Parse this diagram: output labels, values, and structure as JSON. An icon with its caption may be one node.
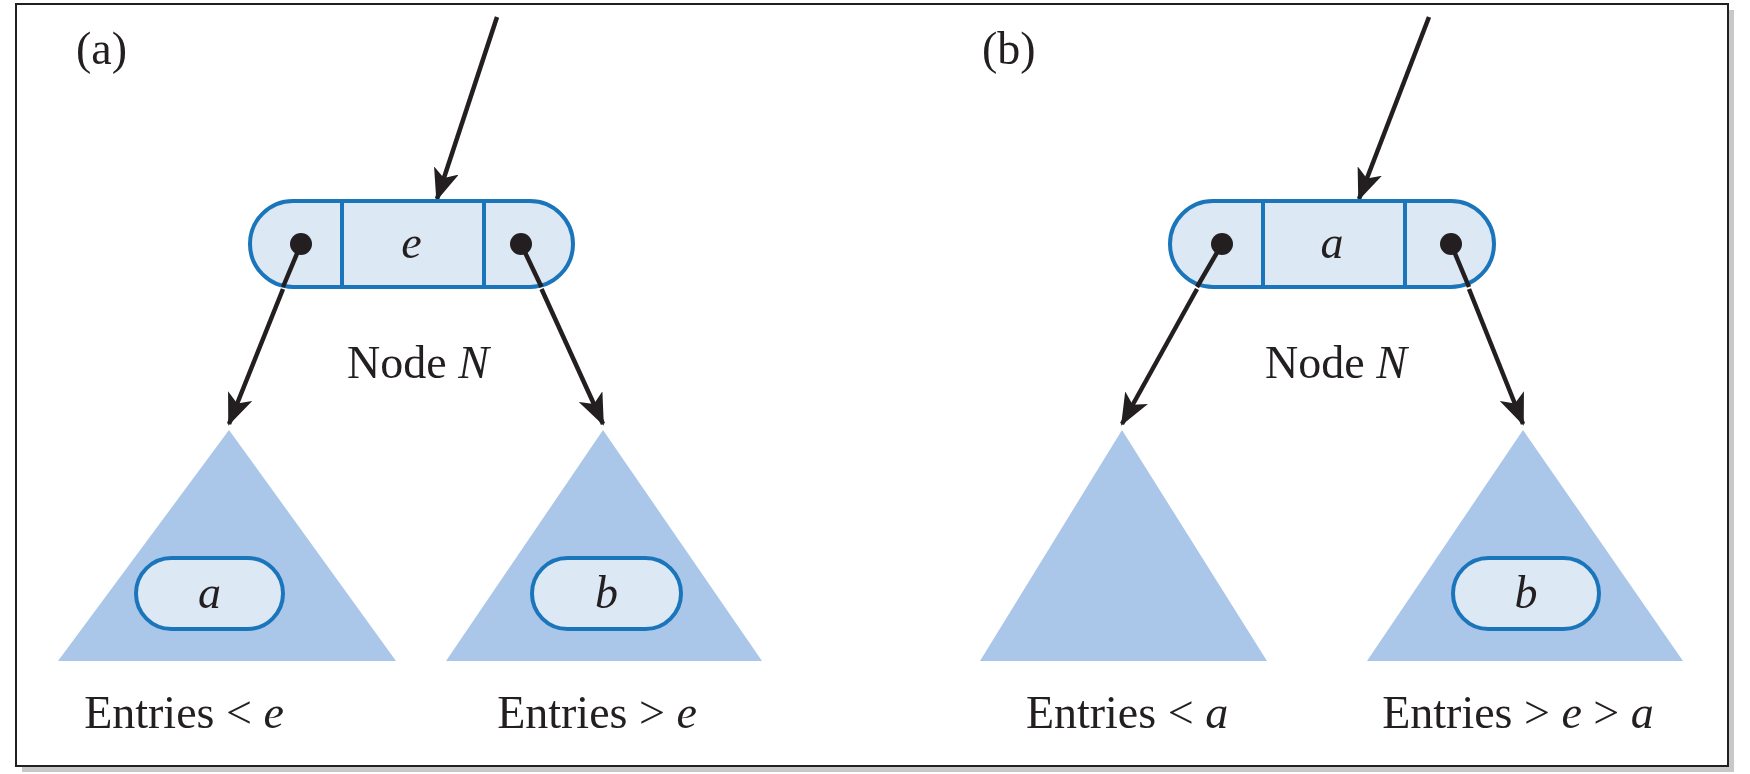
{
  "diagram": {
    "nodes": [
      {
        "text": [
          "e"
        ],
        "beside": [
          "Node *N*"
        ]
      },
      {
        "text": [],
        "shape": "triangle",
        "beside": [
          "Entries < *e*"
        ]
      },
      {
        "text": [
          "a"
        ],
        "in": 1
      },
      {
        "text": [],
        "shape": "triangle",
        "beside": [
          "Entries > *e*"
        ]
      },
      {
        "text": [
          "b"
        ],
        "in": 3
      },
      {
        "text": [
          "a"
        ],
        "beside": [
          "Node *N*"
        ]
      },
      {
        "text": [],
        "shape": "triangle",
        "beside": [
          "Entries < *a*"
        ]
      },
      {
        "text": [],
        "shape": "triangle",
        "beside": [
          "Entries > *e* > *a*"
        ]
      },
      {
        "text": [
          "b"
        ],
        "in": 7
      }
    ],
    "edges": [
      {
        "from": null,
        "to": 0,
        "arrow": "to"
      },
      {
        "from": 0,
        "to": 1,
        "arrow": "to"
      },
      {
        "from": 0,
        "to": 3,
        "arrow": "to"
      },
      {
        "from": null,
        "to": 5,
        "arrow": "to"
      },
      {
        "from": 5,
        "to": 6,
        "arrow": "to"
      },
      {
        "from": 5,
        "to": 7,
        "arrow": "to"
      }
    ],
    "labels": [
      "(a)",
      "(b)"
    ]
  }
}
